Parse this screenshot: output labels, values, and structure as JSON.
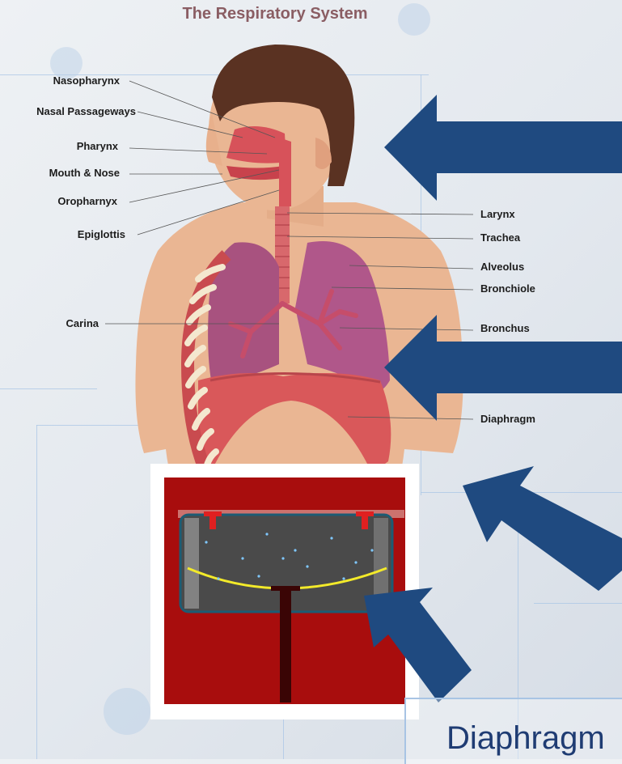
{
  "title": "The Respiratory System",
  "left_labels": {
    "nasopharynx": "Nasopharynx",
    "nasal_passageways": "Nasal Passageways",
    "pharynx": "Pharynx",
    "mouth_nose": "Mouth & Nose",
    "oropharnyx": "Oropharnyx",
    "epiglottis": "Epiglottis",
    "carina": "Carina"
  },
  "right_labels": {
    "larynx": "Larynx",
    "trachea": "Trachea",
    "alveolus": "Alveolus",
    "bronchiole": "Bronchiole",
    "bronchus": "Bronchus",
    "diaphragm": "Diaphragm"
  },
  "caption": "Diaphragm",
  "colors": {
    "arrow": "#1f4a80",
    "title": "#8a5d63",
    "lung": "#a8527f",
    "diaphragm_muscle": "#d9585a",
    "model_red": "#a80d0d",
    "model_jar": "#4a4a4a",
    "model_membrane": "#f3ea2a",
    "caption": "#1f3c73"
  }
}
